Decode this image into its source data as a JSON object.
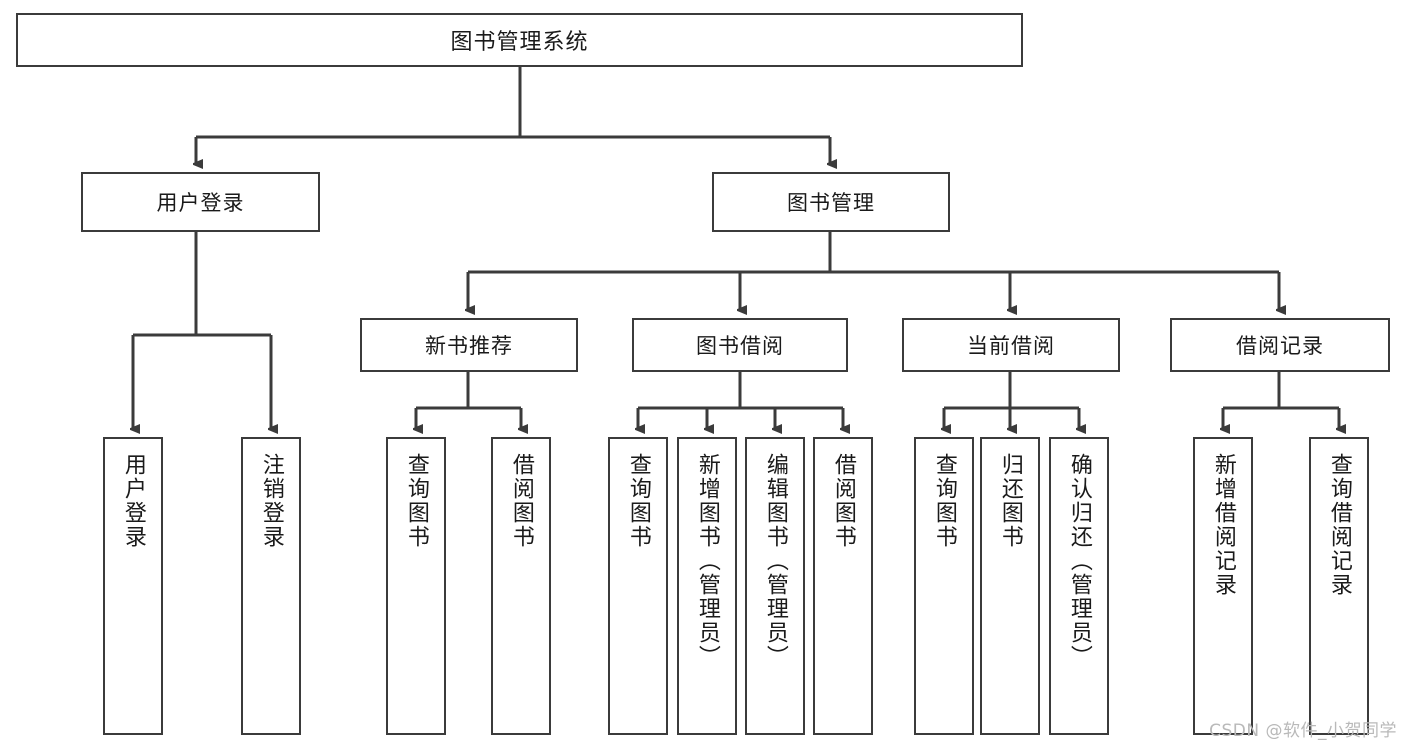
{
  "diagram": {
    "type": "tree-hierarchy",
    "title": "图书管理系统",
    "watermark": "CSDN @软件_小贺同学",
    "colors": {
      "box_border": "#3b3b3b",
      "box_fill": "#ffffff",
      "edge": "#3b3b3b",
      "text": "#1a1a1a",
      "watermark": "#b9b9b9",
      "background": "#ffffff"
    },
    "nodes": {
      "root": {
        "label": "图书管理系统",
        "level": 0
      },
      "level2": [
        {
          "id": "user-login",
          "label": "用户登录"
        },
        {
          "id": "book-manage",
          "label": "图书管理"
        }
      ],
      "level3": [
        {
          "id": "new-book-rec",
          "label": "新书推荐"
        },
        {
          "id": "book-borrow",
          "label": "图书借阅"
        },
        {
          "id": "current-borrow",
          "label": "当前借阅"
        },
        {
          "id": "borrow-record",
          "label": "借阅记录"
        }
      ],
      "leaves": {
        "user-login": [
          {
            "id": "leaf-user-login",
            "label": "用户登录"
          },
          {
            "id": "leaf-logout",
            "label": "注销登录"
          }
        ],
        "new-book-rec": [
          {
            "id": "leaf-query-book-1",
            "label": "查询图书"
          },
          {
            "id": "leaf-borrow-book-1",
            "label": "借阅图书"
          }
        ],
        "book-borrow": [
          {
            "id": "leaf-query-book-2",
            "label": "查询图书"
          },
          {
            "id": "leaf-add-book",
            "label": "新增图书（管理员）"
          },
          {
            "id": "leaf-edit-book",
            "label": "编辑图书（管理员）"
          },
          {
            "id": "leaf-borrow-book-2",
            "label": "借阅图书"
          }
        ],
        "current-borrow": [
          {
            "id": "leaf-query-book-3",
            "label": "查询图书"
          },
          {
            "id": "leaf-return-book",
            "label": "归还图书"
          },
          {
            "id": "leaf-confirm-return",
            "label": "确认归还（管理员）"
          }
        ],
        "borrow-record": [
          {
            "id": "leaf-add-record",
            "label": "新增借阅记录"
          },
          {
            "id": "leaf-query-record",
            "label": "查询借阅记录"
          }
        ]
      }
    }
  }
}
